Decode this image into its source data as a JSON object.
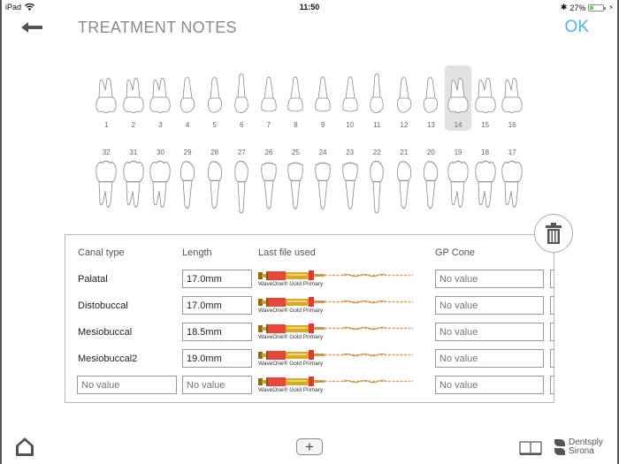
{
  "status_bar": {
    "device": "iPad",
    "time": "11:50",
    "battery_percent": "27%",
    "icons": [
      "wifi-icon",
      "bluetooth-icon",
      "battery-icon",
      "charging-icon"
    ]
  },
  "header": {
    "title": "TREATMENT NOTES",
    "back_icon": "arrow-left-icon",
    "ok_label": "OK",
    "ok_color": "#4fb3e8"
  },
  "teeth": {
    "selected": "14",
    "upper": [
      {
        "num": "1",
        "type": "molar"
      },
      {
        "num": "2",
        "type": "molar"
      },
      {
        "num": "3",
        "type": "molar"
      },
      {
        "num": "4",
        "type": "premolar"
      },
      {
        "num": "5",
        "type": "premolar"
      },
      {
        "num": "6",
        "type": "canine"
      },
      {
        "num": "7",
        "type": "incisor"
      },
      {
        "num": "8",
        "type": "incisor"
      },
      {
        "num": "9",
        "type": "incisor"
      },
      {
        "num": "10",
        "type": "incisor"
      },
      {
        "num": "11",
        "type": "canine"
      },
      {
        "num": "12",
        "type": "premolar"
      },
      {
        "num": "13",
        "type": "premolar"
      },
      {
        "num": "14",
        "type": "molar"
      },
      {
        "num": "15",
        "type": "molar"
      },
      {
        "num": "16",
        "type": "molar"
      }
    ],
    "lower": [
      {
        "num": "32",
        "type": "molar"
      },
      {
        "num": "31",
        "type": "molar"
      },
      {
        "num": "30",
        "type": "molar"
      },
      {
        "num": "29",
        "type": "premolar"
      },
      {
        "num": "28",
        "type": "premolar"
      },
      {
        "num": "27",
        "type": "canine"
      },
      {
        "num": "26",
        "type": "incisor"
      },
      {
        "num": "25",
        "type": "incisor"
      },
      {
        "num": "24",
        "type": "incisor"
      },
      {
        "num": "23",
        "type": "incisor"
      },
      {
        "num": "22",
        "type": "canine"
      },
      {
        "num": "21",
        "type": "premolar"
      },
      {
        "num": "20",
        "type": "premolar"
      },
      {
        "num": "19",
        "type": "molar"
      },
      {
        "num": "18",
        "type": "molar"
      },
      {
        "num": "17",
        "type": "molar"
      }
    ]
  },
  "canal_table": {
    "columns": {
      "canal_type": "Canal type",
      "length": "Length",
      "last_file": "Last file used",
      "gp_cone": "GP Cone"
    },
    "placeholder": "No value",
    "rows": [
      {
        "canal": "Palatal",
        "length": "17.0mm",
        "file": "WaveOne® Gold Primary",
        "gp_cone": ""
      },
      {
        "canal": "Distobuccal",
        "length": "17.0mm",
        "file": "WaveOne® Gold Primary",
        "gp_cone": ""
      },
      {
        "canal": "Mesiobuccal",
        "length": "18.5mm",
        "file": "WaveOne® Gold Primary",
        "gp_cone": ""
      },
      {
        "canal": "Mesiobuccal2",
        "length": "19.0mm",
        "file": "WaveOne® Gold Primary",
        "gp_cone": ""
      },
      {
        "canal": "",
        "length": "",
        "file": "WaveOne® Gold Primary",
        "gp_cone": ""
      }
    ],
    "trash_icon": "trash-icon"
  },
  "bottom_bar": {
    "home_icon": "home-icon",
    "add_label": "+",
    "book_icon": "book-icon",
    "brand_line1": "Dentsply",
    "brand_line2": "Sirona"
  }
}
